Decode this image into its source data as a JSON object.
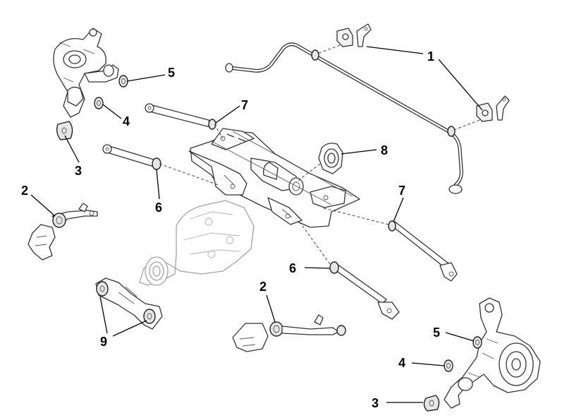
{
  "callouts": {
    "c1": "1",
    "c2a": "2",
    "c2b": "2",
    "c3a": "3",
    "c3b": "3",
    "c4a": "4",
    "c4b": "4",
    "c5a": "5",
    "c5b": "5",
    "c6a": "6",
    "c6b": "6",
    "c7a": "7",
    "c7b": "7",
    "c8": "8",
    "c9": "9"
  }
}
